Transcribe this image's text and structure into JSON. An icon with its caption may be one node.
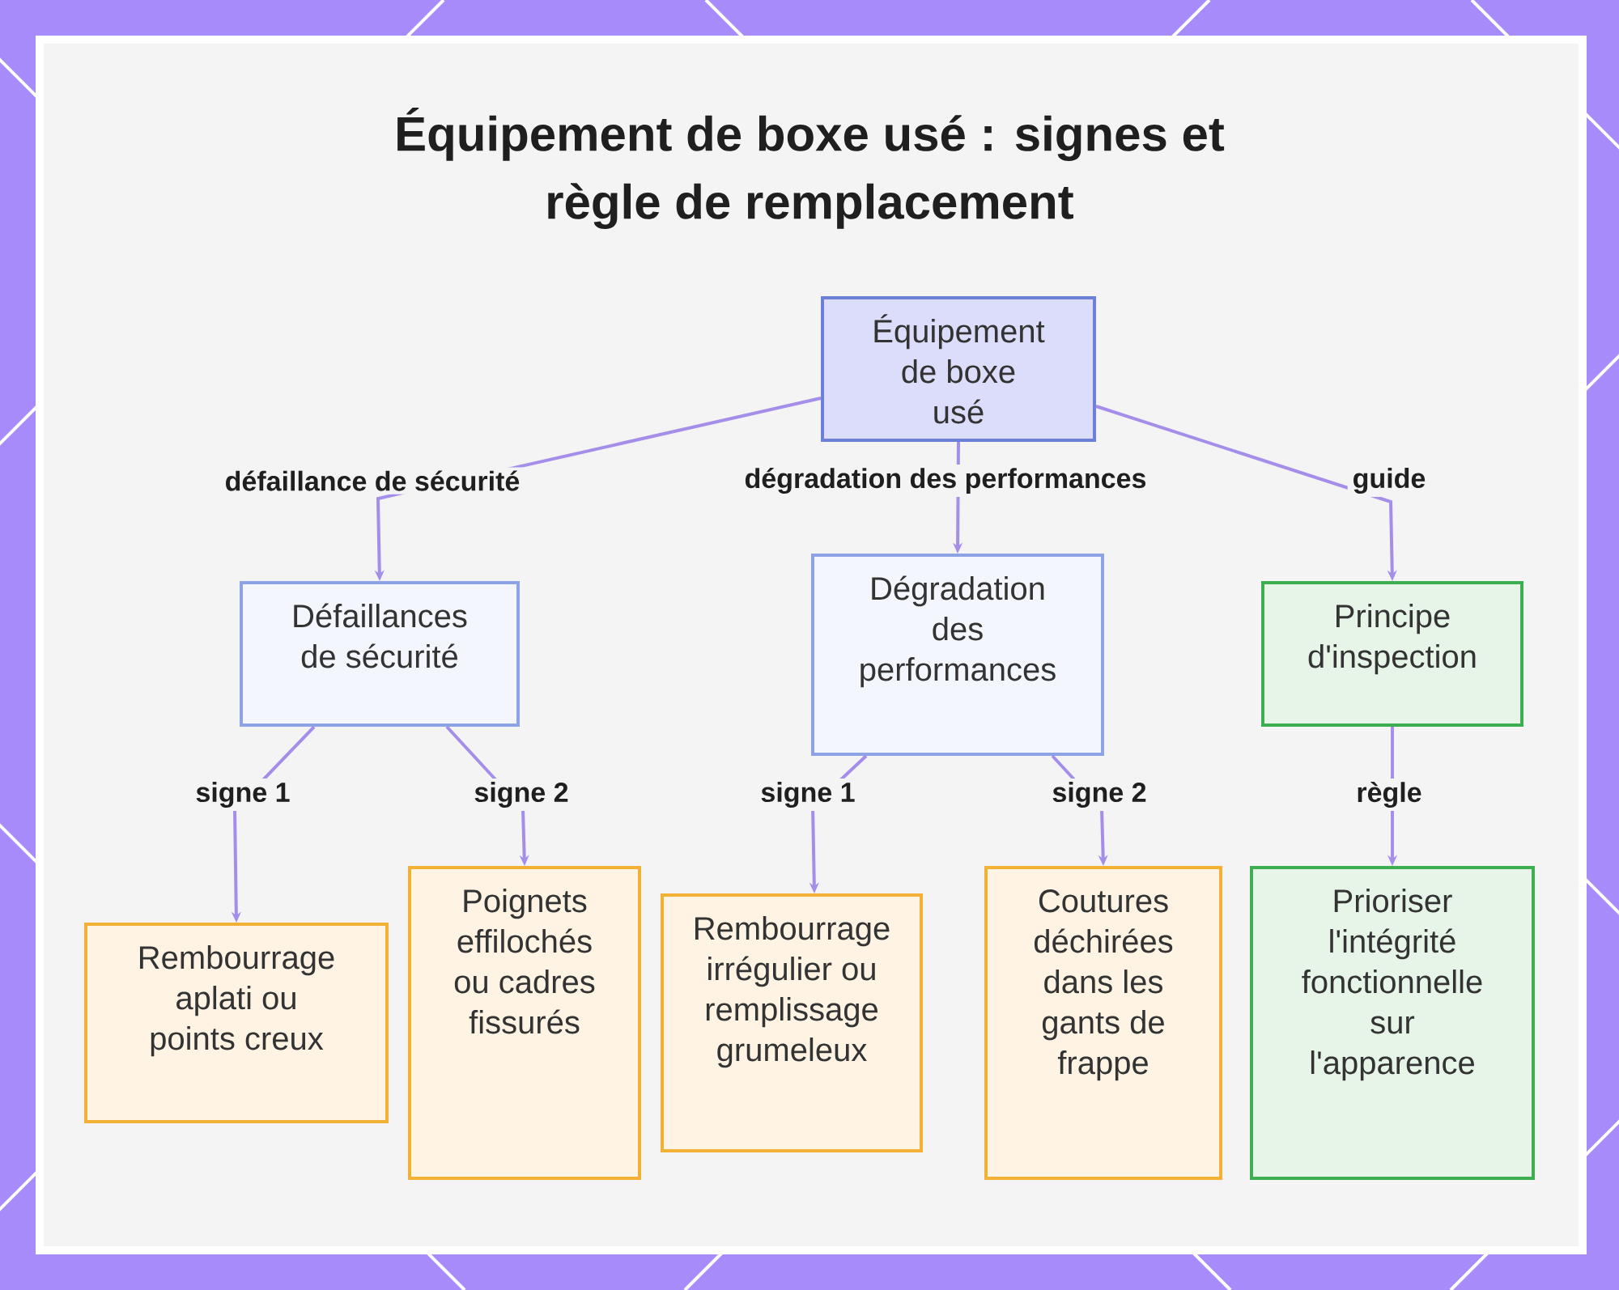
{
  "diagram": {
    "title": "Équipement de boxe usé : signes et règle de remplacement",
    "nodes": [
      {
        "text": [
          "Équipement de boxe usé"
        ]
      },
      {
        "text": [
          "Défaillances de sécurité"
        ]
      },
      {
        "text": [
          "Dégradation des performances"
        ]
      },
      {
        "text": [
          "Principe d'inspection"
        ]
      },
      {
        "text": [
          "Rembourrage aplati ou points creux"
        ]
      },
      {
        "text": [
          "Poignets effilochés ou cadres fissurés"
        ]
      },
      {
        "text": [
          "Rembourrage irrégulier ou remplissage grumeleux"
        ]
      },
      {
        "text": [
          "Coutures déchirées dans les gants de frappe"
        ]
      },
      {
        "text": [
          "Prioriser l'intégrité fonctionnelle sur l'apparence"
        ]
      }
    ],
    "edges": [
      {
        "from": 0,
        "to": 1,
        "arrow": "to",
        "label": "défaillance de sécurité"
      },
      {
        "from": 0,
        "to": 2,
        "arrow": "to",
        "label": "dégradation des performances"
      },
      {
        "from": 0,
        "to": 3,
        "arrow": "to",
        "label": "guide"
      },
      {
        "from": 1,
        "to": 4,
        "arrow": "to",
        "label": "signe 1"
      },
      {
        "from": 1,
        "to": 5,
        "arrow": "to",
        "label": "signe 2"
      },
      {
        "from": 2,
        "to": 6,
        "arrow": "to",
        "label": "signe 1"
      },
      {
        "from": 2,
        "to": 7,
        "arrow": "to",
        "label": "signe 2"
      },
      {
        "from": 3,
        "to": 8,
        "arrow": "to",
        "label": "règle"
      }
    ]
  }
}
